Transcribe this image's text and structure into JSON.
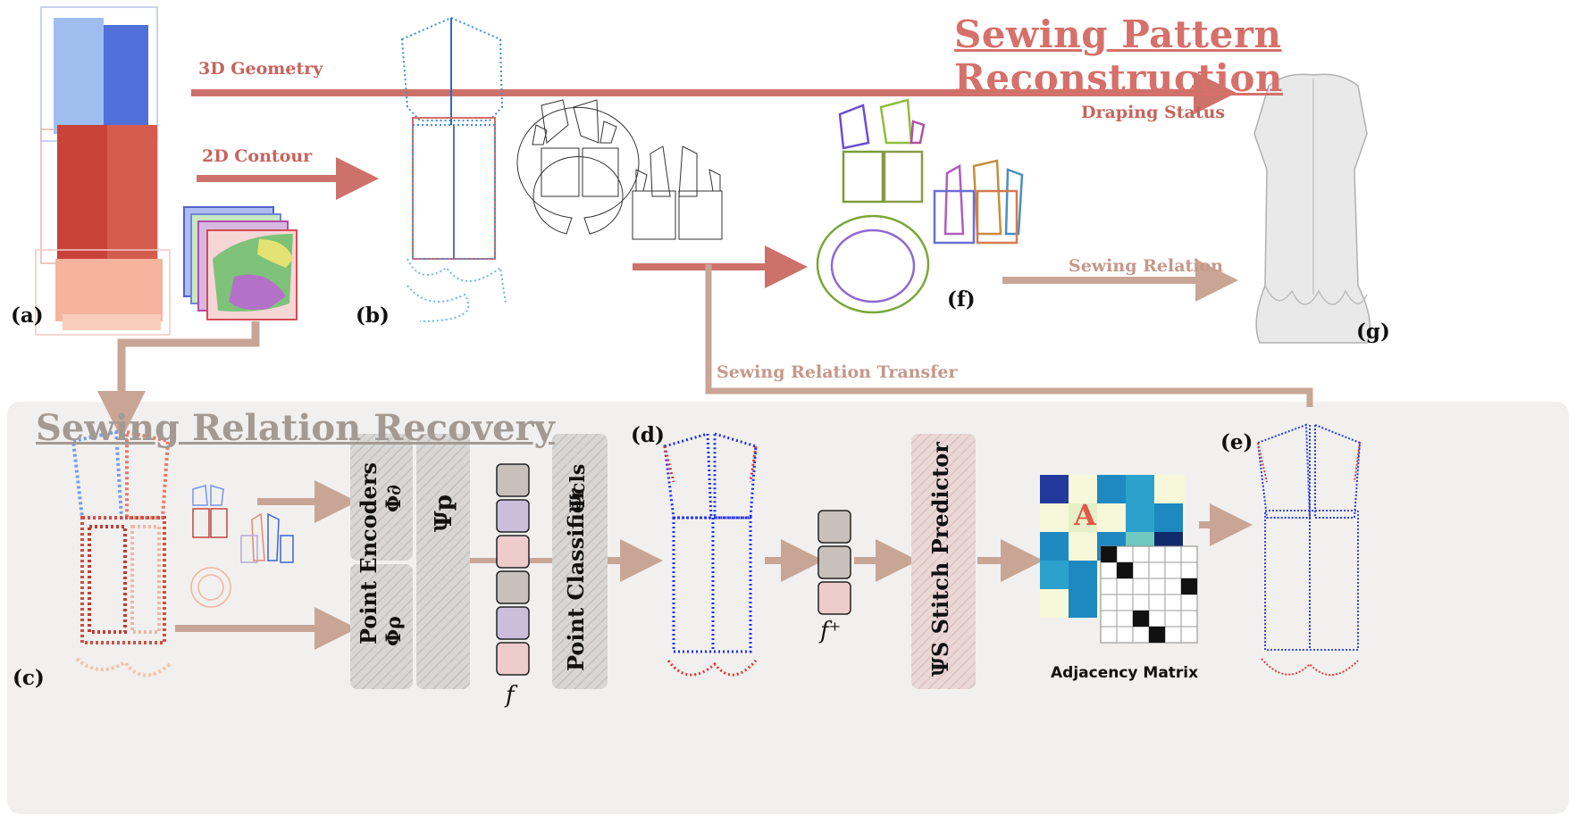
{
  "titles": {
    "main": "Sewing Pattern Reconstruction",
    "recovery": "Sewing Relation Recovery"
  },
  "arrows": {
    "geometry_3d": "3D Geometry",
    "contour_2d": "2D Contour",
    "draping_status": "Draping Status",
    "sewing_relation": "Sewing Relation",
    "sewing_relation_transfer": "Sewing Relation Transfer"
  },
  "panels": {
    "a": "(a)",
    "b": "(b)",
    "c": "(c)",
    "d": "(d)",
    "e": "(e)",
    "f": "(f)",
    "g": "(g)"
  },
  "modules": {
    "point_encoders": "Point Encoders",
    "phi_delta": "Φ∂",
    "phi_rho": "Φρ",
    "psi_p": "Ψp",
    "point_classifier": "Point Classifier",
    "psi_cls": "Ψcls",
    "stitch_predictor": "ΨS Stitch Predictor"
  },
  "features": {
    "f": "f",
    "f_plus": "f⁺"
  },
  "adjacency": {
    "label": "Adjacency Matrix",
    "letter": "A"
  },
  "colors": {
    "title_red": "#d6706a",
    "arrow_red": "#c8635c",
    "arrow_tan": "#c9a596",
    "cell_gray": "#c8c0ba",
    "cell_purple": "#cbbedd",
    "cell_pink": "#edcccb"
  },
  "icons": [
    "a-garment-pointcloud-icon",
    "uv-map-stack-icon",
    "b-3d-pattern-lines-icon",
    "flat-pattern-icon",
    "f-colored-pattern-icon",
    "g-rendered-dress-icon",
    "c-pointcloud-icon",
    "d-classified-points-icon",
    "e-stitched-points-icon"
  ]
}
